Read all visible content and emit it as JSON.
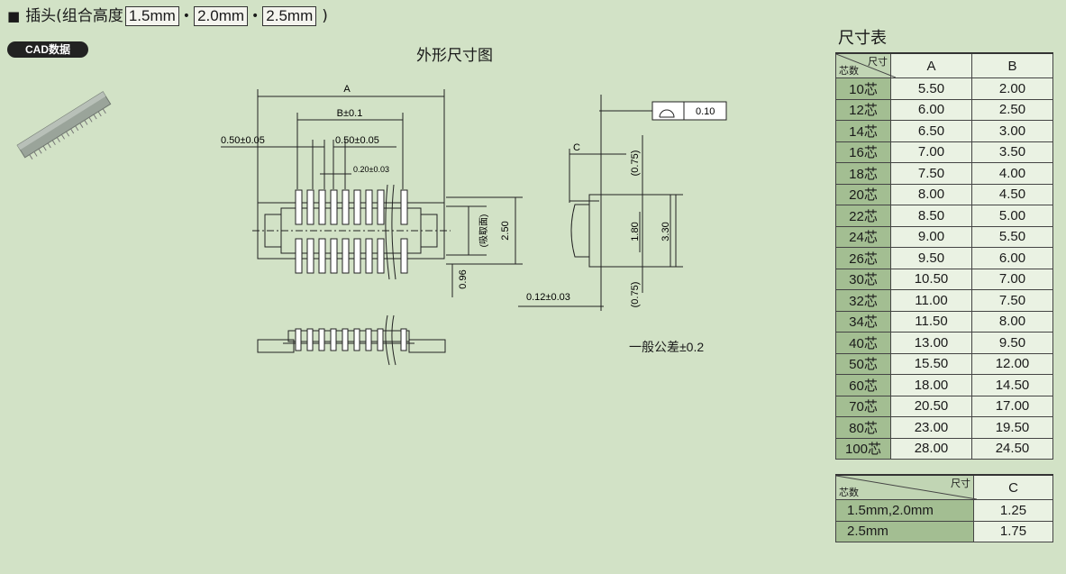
{
  "header": {
    "prefix": "■",
    "title": "插头(组合高度",
    "heights": [
      "1.5mm",
      "2.0mm",
      "2.5mm"
    ],
    "sep": "•",
    "close": ")"
  },
  "cad_label": "CAD数据",
  "drawing": {
    "title": "外形尺寸图",
    "dim_a": "A",
    "dim_b": "B±0.1",
    "pitch_left": "0.50±0.05",
    "pitch_right": "0.50±0.05",
    "pin_width": "0.20±0.03",
    "height_250": "2.50",
    "suction": "(吸取面)",
    "dim_096": "0.96",
    "dim_c": "C",
    "dim_075_top": "(0.75)",
    "dim_075_bot": "(0.75)",
    "dim_180": "1.80",
    "dim_330": "3.30",
    "dim_012": "0.12±0.03",
    "flatness": "0.10",
    "tolerance_note": "一般公差±0.2"
  },
  "table1": {
    "title": "尺寸表",
    "corner_top": "尺寸",
    "corner_bottom": "芯数",
    "col_a": "A",
    "col_b": "B",
    "rows": [
      {
        "n": "10芯",
        "a": "5.50",
        "b": "2.00"
      },
      {
        "n": "12芯",
        "a": "6.00",
        "b": "2.50"
      },
      {
        "n": "14芯",
        "a": "6.50",
        "b": "3.00"
      },
      {
        "n": "16芯",
        "a": "7.00",
        "b": "3.50"
      },
      {
        "n": "18芯",
        "a": "7.50",
        "b": "4.00"
      },
      {
        "n": "20芯",
        "a": "8.00",
        "b": "4.50"
      },
      {
        "n": "22芯",
        "a": "8.50",
        "b": "5.00"
      },
      {
        "n": "24芯",
        "a": "9.00",
        "b": "5.50"
      },
      {
        "n": "26芯",
        "a": "9.50",
        "b": "6.00"
      },
      {
        "n": "30芯",
        "a": "10.50",
        "b": "7.00"
      },
      {
        "n": "32芯",
        "a": "11.00",
        "b": "7.50"
      },
      {
        "n": "34芯",
        "a": "11.50",
        "b": "8.00"
      },
      {
        "n": "40芯",
        "a": "13.00",
        "b": "9.50"
      },
      {
        "n": "50芯",
        "a": "15.50",
        "b": "12.00"
      },
      {
        "n": "60芯",
        "a": "18.00",
        "b": "14.50"
      },
      {
        "n": "70芯",
        "a": "20.50",
        "b": "17.00"
      },
      {
        "n": "80芯",
        "a": "23.00",
        "b": "19.50"
      },
      {
        "n": "100芯",
        "a": "28.00",
        "b": "24.50"
      }
    ]
  },
  "table2": {
    "corner_top": "尺寸",
    "corner_bottom": "芯数",
    "col_c": "C",
    "rows": [
      {
        "n": "1.5mm,2.0mm",
        "c": "1.25"
      },
      {
        "n": "2.5mm",
        "c": "1.75"
      }
    ]
  }
}
